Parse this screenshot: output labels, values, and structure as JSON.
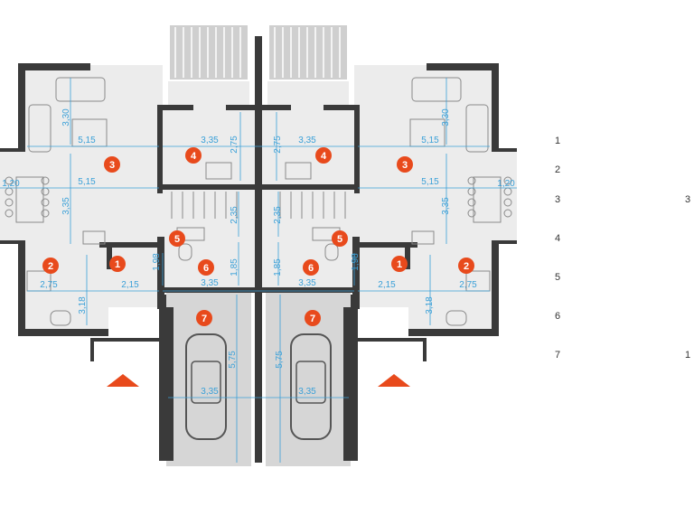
{
  "colors": {
    "wall": "#3a3a3a",
    "floor_light": "#ececec",
    "garage_floor": "#d6d6d6",
    "dimension": "#3aa0d8",
    "marker": "#e84a1c",
    "furniture": "#8a8a8a",
    "terrace": "#cfcfcf"
  },
  "room_markers": [
    "1",
    "2",
    "3",
    "4",
    "5",
    "6",
    "7"
  ],
  "dimensions": {
    "living_width": "5,15",
    "living_depth": "3,30",
    "dining_depth": "3,35",
    "bay": "1,20",
    "hall_width": "3,35",
    "hall_depth": "2,75",
    "stair_run": "2,35",
    "wc_depth": "1,98",
    "utility_depth": "1,85",
    "boiler_width": "3,35",
    "kitchen_width": "2,75",
    "kitchen_depth": "3,18",
    "entry_width": "2,15",
    "garage_width": "3,35",
    "garage_depth": "5,75"
  },
  "legend": {
    "items": [
      {
        "number": "1",
        "description": ""
      },
      {
        "number": "2",
        "description": ""
      },
      {
        "number": "3",
        "description": ""
      },
      {
        "number": "4",
        "description": ""
      },
      {
        "number": "5",
        "description": ""
      },
      {
        "number": "6",
        "description": ""
      },
      {
        "number": "7",
        "description": ""
      }
    ]
  },
  "edge_fragments": [
    "3",
    "1"
  ]
}
